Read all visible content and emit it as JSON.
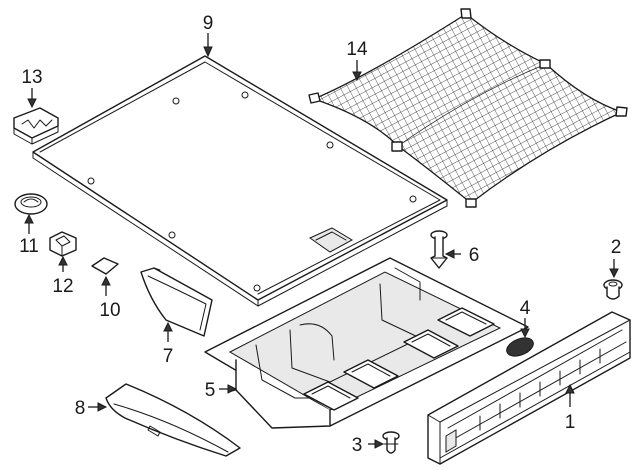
{
  "diagram": {
    "callouts": [
      {
        "id": "1",
        "label": "1",
        "part": "rear-sill-trim-panel"
      },
      {
        "id": "2",
        "label": "2",
        "part": "push-clip"
      },
      {
        "id": "3",
        "label": "3",
        "part": "lower-rivet-clip"
      },
      {
        "id": "4",
        "label": "4",
        "part": "oval-plug"
      },
      {
        "id": "5",
        "label": "5",
        "part": "storage-tray"
      },
      {
        "id": "6",
        "label": "6",
        "part": "fastener-pin"
      },
      {
        "id": "7",
        "label": "7",
        "part": "side-pocket"
      },
      {
        "id": "8",
        "label": "8",
        "part": "side-trim-panel"
      },
      {
        "id": "9",
        "label": "9",
        "part": "floor-cover-panel"
      },
      {
        "id": "10",
        "label": "10",
        "part": "pad"
      },
      {
        "id": "11",
        "label": "11",
        "part": "round-cap"
      },
      {
        "id": "12",
        "label": "12",
        "part": "retainer-nut"
      },
      {
        "id": "13",
        "label": "13",
        "part": "hinge-bracket"
      },
      {
        "id": "14",
        "label": "14",
        "part": "cargo-net"
      }
    ]
  }
}
